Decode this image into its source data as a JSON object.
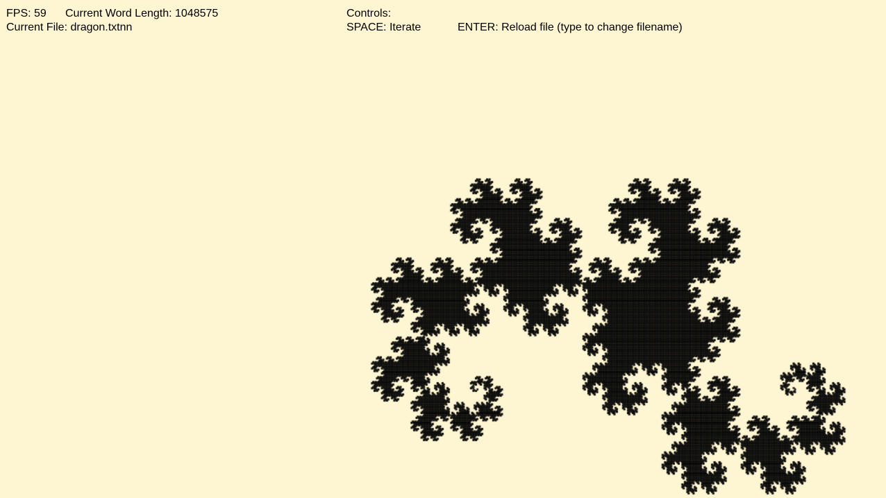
{
  "hud": {
    "fps_label": "FPS: 59",
    "word_length_label": "Current Word Length: 1048575",
    "current_file_label": "Current File: dragon.txtnn",
    "controls_header": "Controls:",
    "control_space": "SPACE: Iterate",
    "control_enter": "ENTER: Reload file (type to change filename)"
  },
  "fractal": {
    "name": "dragon",
    "color": "#000000"
  },
  "colors": {
    "background": "#fef5d2",
    "text": "#000000"
  }
}
